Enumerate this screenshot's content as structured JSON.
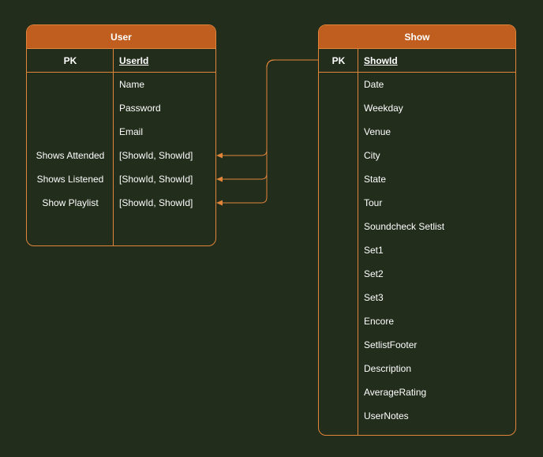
{
  "user_table": {
    "title": "User",
    "pk_label": "PK",
    "pk_field": "UserId",
    "rows": [
      {
        "key": "",
        "field": "Name"
      },
      {
        "key": "",
        "field": "Password"
      },
      {
        "key": "",
        "field": "Email"
      },
      {
        "key": "Shows Attended",
        "field": "[ShowId, ShowId]"
      },
      {
        "key": "Shows Listened",
        "field": "[ShowId, ShowId]"
      },
      {
        "key": "Show Playlist",
        "field": "[ShowId, ShowId]"
      }
    ]
  },
  "show_table": {
    "title": "Show",
    "pk_label": "PK",
    "pk_field": "ShowId",
    "fields": [
      "Date",
      "Weekday",
      "Venue",
      "City",
      "State",
      "Tour",
      "Soundcheck Setlist",
      "Set1",
      "Set2",
      "Set3",
      "Encore",
      "SetlistFooter",
      "Description",
      "AverageRating",
      "UserNotes"
    ]
  },
  "colors": {
    "background": "#222d1c",
    "accent": "#e0853a",
    "header_fill": "#bf5e1e",
    "text": "#ffffff"
  }
}
